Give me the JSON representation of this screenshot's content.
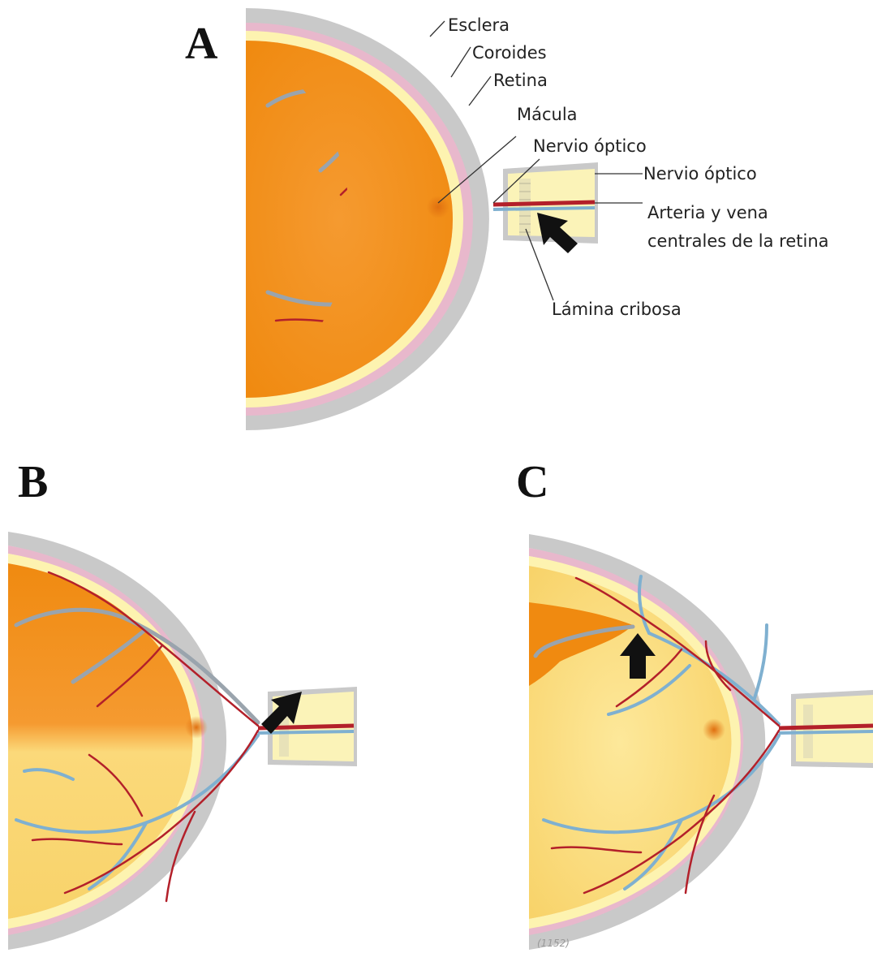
{
  "panels": {
    "a": {
      "letter": "A"
    },
    "b": {
      "letter": "B"
    },
    "c": {
      "letter": "C"
    }
  },
  "labels": {
    "esclera": "Esclera",
    "coroides": "Coroides",
    "retina": "Retina",
    "macula": "Mácula",
    "nervio_optico_papila": "Nervio óptico",
    "nervio_optico": "Nervio óptico",
    "arteria_vena_line1": "Arteria y vena",
    "arteria_vena_line2": "centrales de la retina",
    "lamina_cribosa": "Lámina cribosa"
  },
  "signature": "(1152)",
  "colors": {
    "sclera": "#c9c9c9",
    "choroid": "#e8b8cc",
    "retina_layer": "#fdf3b0",
    "fundus_orange": "#f7941d",
    "fundus_ischemic": "#fbe08a",
    "artery": "#b3202a",
    "vein_gray": "#9aa4ad",
    "vein_blue": "#7fb0d0",
    "nerve": "#fbf3b8",
    "arrow": "#111111"
  }
}
